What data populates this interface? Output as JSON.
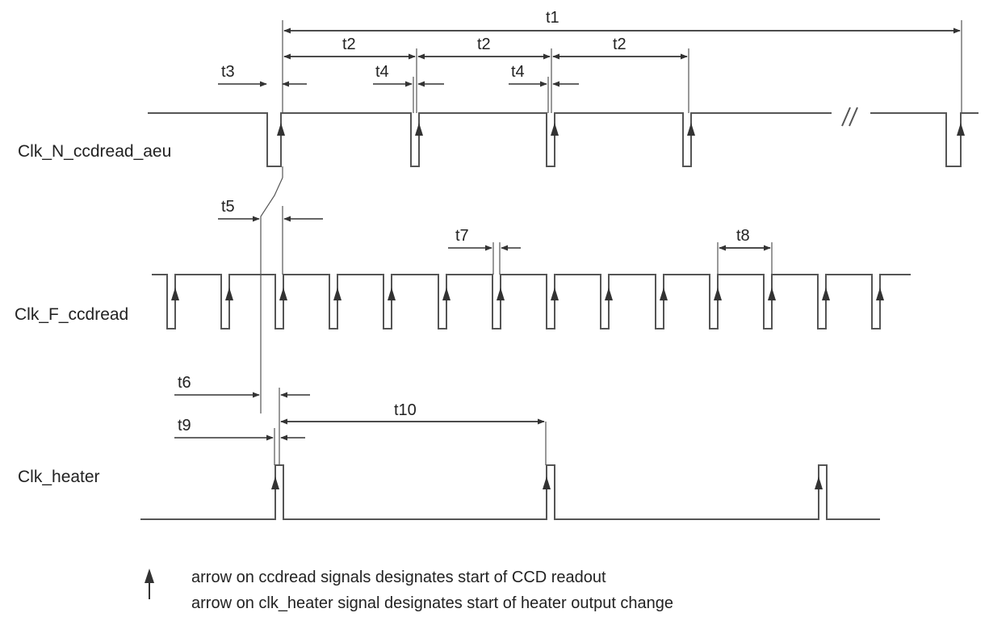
{
  "signals": {
    "clk_n": "Clk_N_ccdread_aeu",
    "clk_f": "Clk_F_ccdread",
    "clk_heater": "Clk_heater"
  },
  "timings": {
    "t1": "t1",
    "t2": "t2",
    "t3": "t3",
    "t4": "t4",
    "t5": "t5",
    "t6": "t6",
    "t7": "t7",
    "t8": "t8",
    "t9": "t9",
    "t10": "t10"
  },
  "legend": {
    "line1": "arrow on ccdread signals designates start of CCD readout",
    "line2": "arrow on clk_heater signal designates start of heater output change"
  },
  "colors": {
    "waveform": "#555555",
    "dimension": "#333333",
    "text": "#222222"
  }
}
